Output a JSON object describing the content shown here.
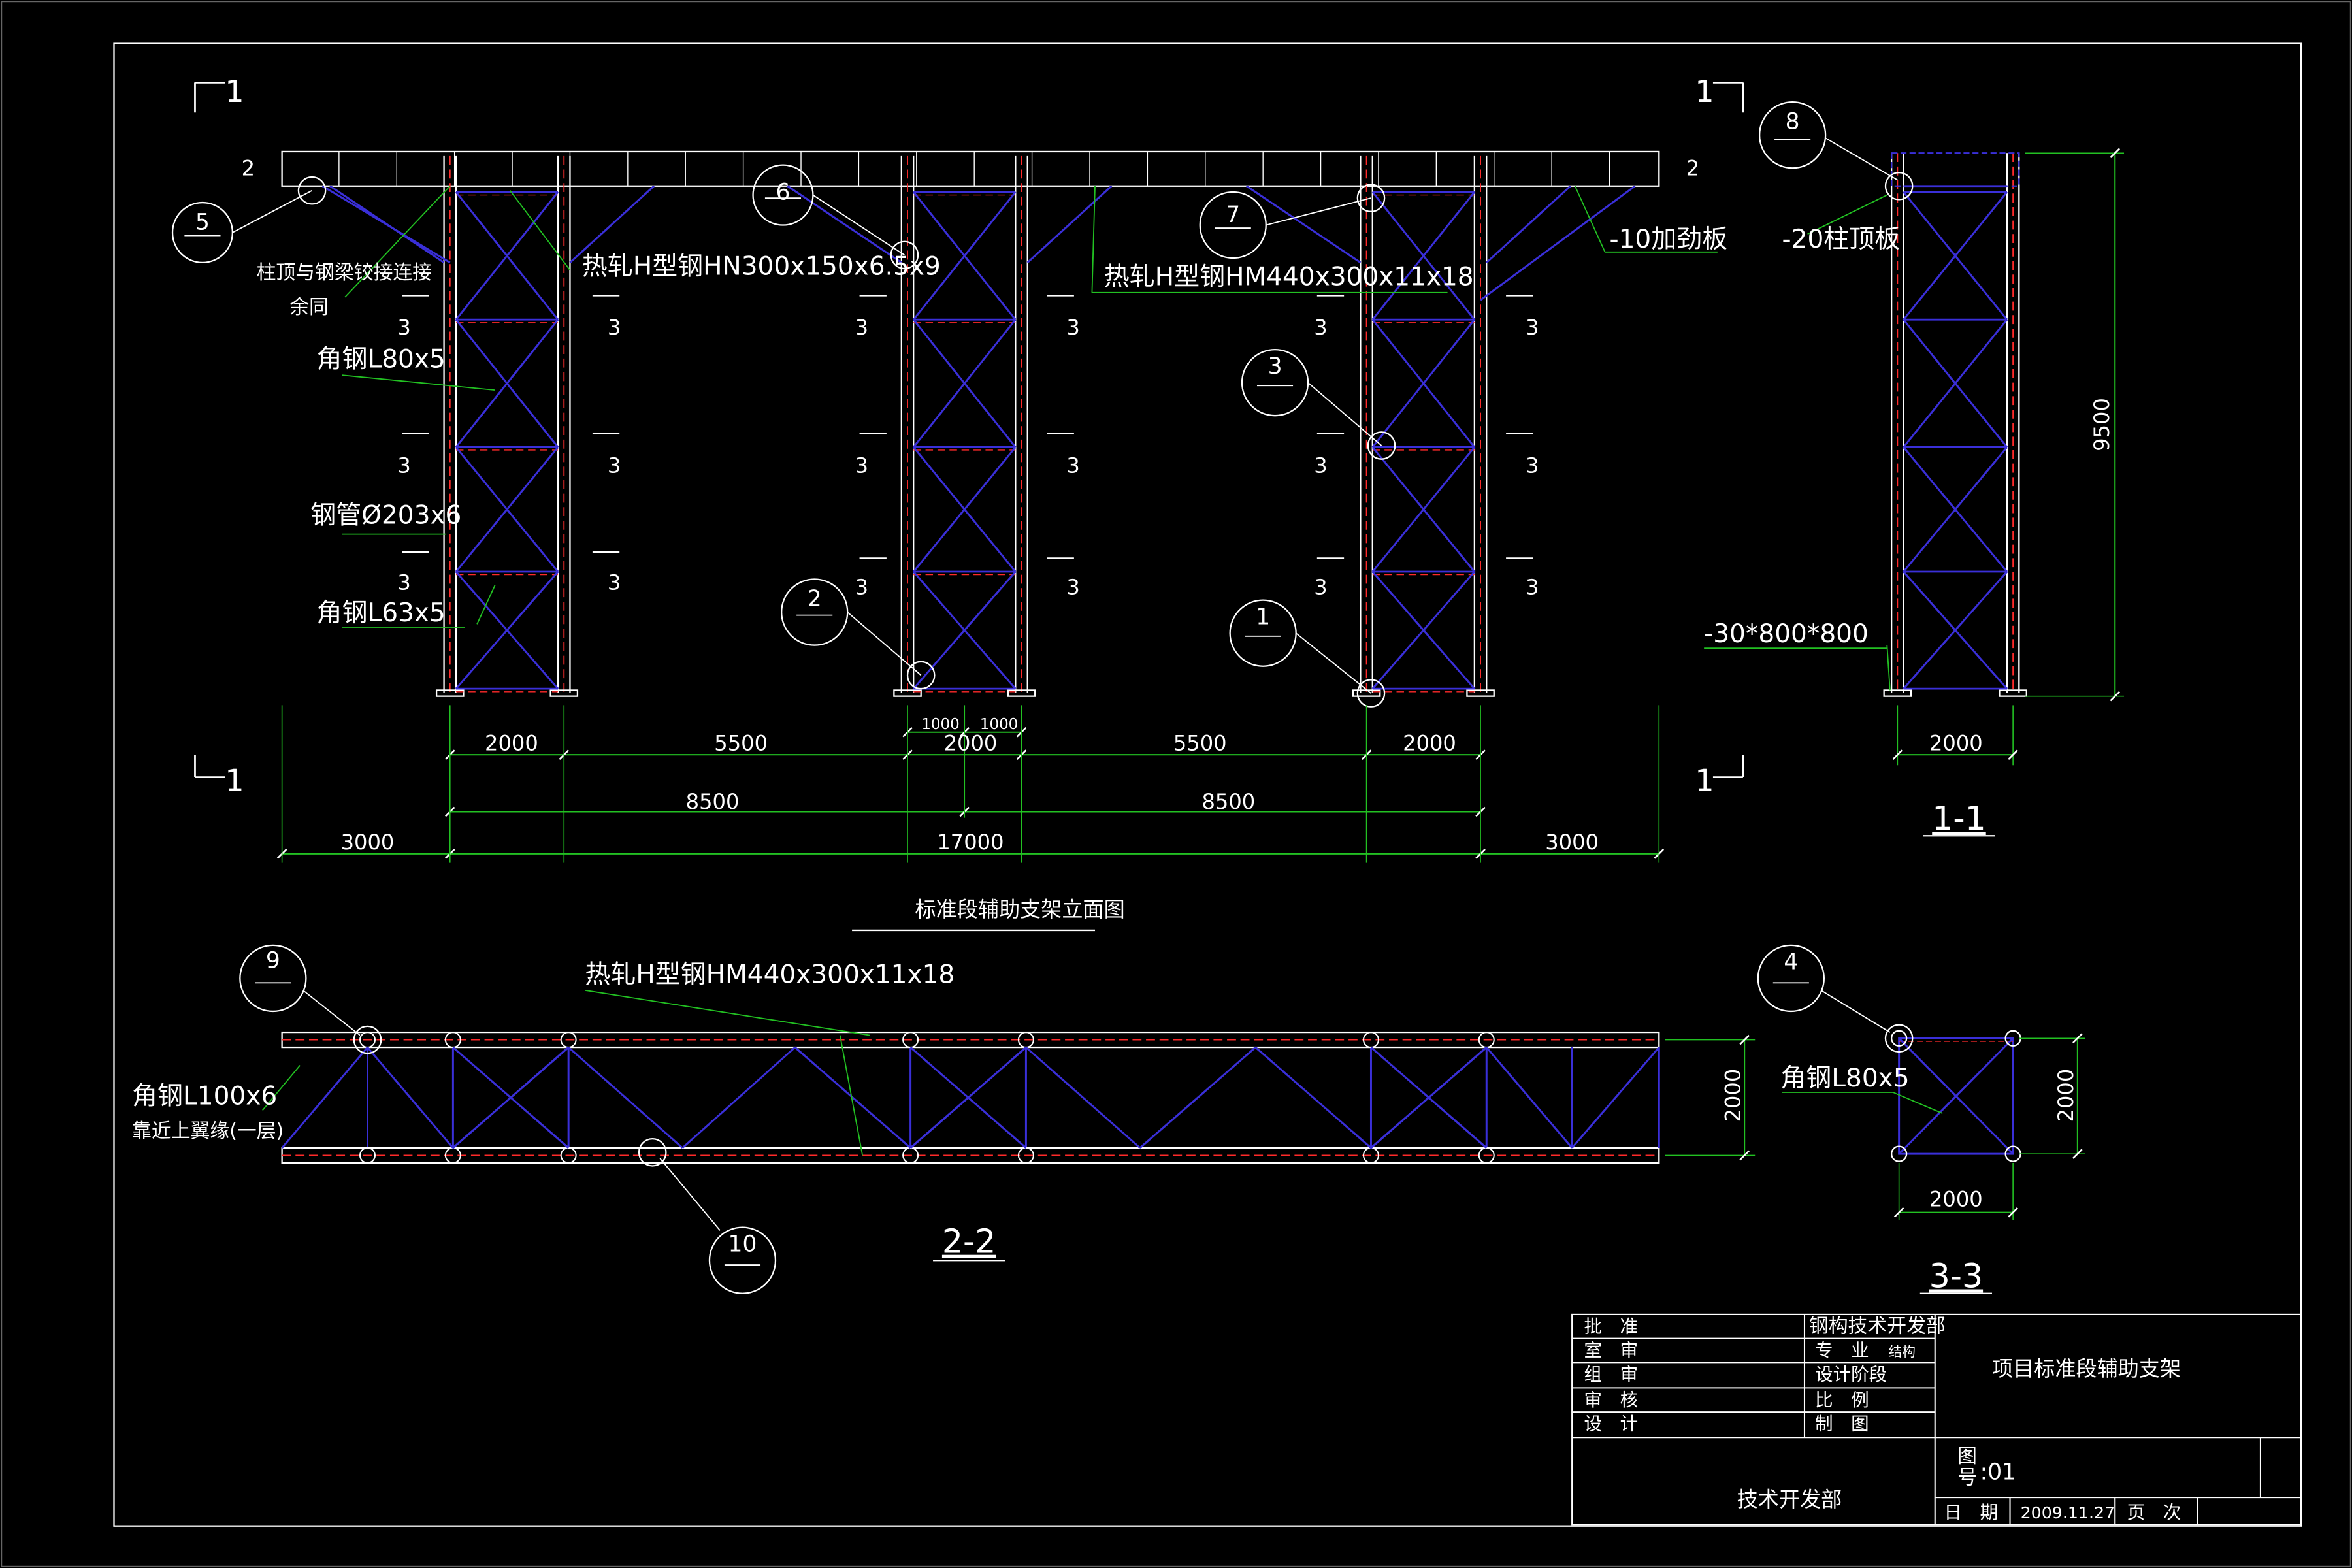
{
  "colors": {
    "background": "#000000",
    "frame": "#ffffff",
    "member": "#ffffff",
    "brace": "#3a2fd8",
    "red": "#ff2a2a",
    "dimension": "#22c022",
    "leader": "#22c022",
    "text": "#ffffff"
  },
  "elevation": {
    "title": "标准段辅助支架立面图",
    "section_marks": {
      "one": "1",
      "two": "2",
      "three": "3"
    },
    "notes": {
      "top_connection_line1": "柱顶与钢梁铰接连接",
      "top_connection_line2": "余同",
      "beam_hn": "热轧H型钢HN300x150x6.5x9",
      "beam_hm": "热轧H型钢HM440x300x11x18",
      "stiffener": "-10加劲板",
      "angle_l80": "角钢L80x5",
      "pipe": "钢管Ø203x6",
      "angle_l63": "角钢L63x5"
    },
    "details": [
      "5",
      "6",
      "7",
      "3",
      "2",
      "1"
    ],
    "dims": {
      "bay_left": "2000",
      "span_left": "5500",
      "bay_mid": "2000",
      "span_right": "5500",
      "bay_right": "2000",
      "half_left": "8500",
      "half_right": "8500",
      "cant_left": "3000",
      "total": "17000",
      "cant_right": "3000",
      "sub_left": "1000",
      "sub_right": "1000"
    }
  },
  "section_1_1": {
    "title": "1-1",
    "detail": "8",
    "plate_top": "-20柱顶板",
    "base_plate": "-30*800*800",
    "height": "9500",
    "width": "2000"
  },
  "section_2_2": {
    "title": "2-2",
    "beam": "热轧H型钢HM440x300x11x18",
    "angle_line1": "角钢L100x6",
    "angle_line2": "靠近上翼缘(一层)",
    "depth": "2000",
    "details": [
      "9",
      "10"
    ]
  },
  "section_3_3": {
    "title": "3-3",
    "detail": "4",
    "angle": "角钢L80x5",
    "height": "2000",
    "width": "2000"
  },
  "title_block": {
    "roles": [
      "批　准",
      "室　审",
      "组　审",
      "审　核",
      "设　计"
    ],
    "company": "钢构技术开发部",
    "discipline_label": "专　业",
    "discipline_value": "结构",
    "stage_label": "设计阶段",
    "scale_label": "比　例",
    "drawn_label": "制　图",
    "project": "项目标准段辅助支架",
    "dept": "技术开发部",
    "drawing_no_label_1": "图",
    "drawing_no_label_2": "号",
    "drawing_no": ":01",
    "date_label": "日　期",
    "date": "2009.11.27",
    "page_label": "页　次"
  }
}
